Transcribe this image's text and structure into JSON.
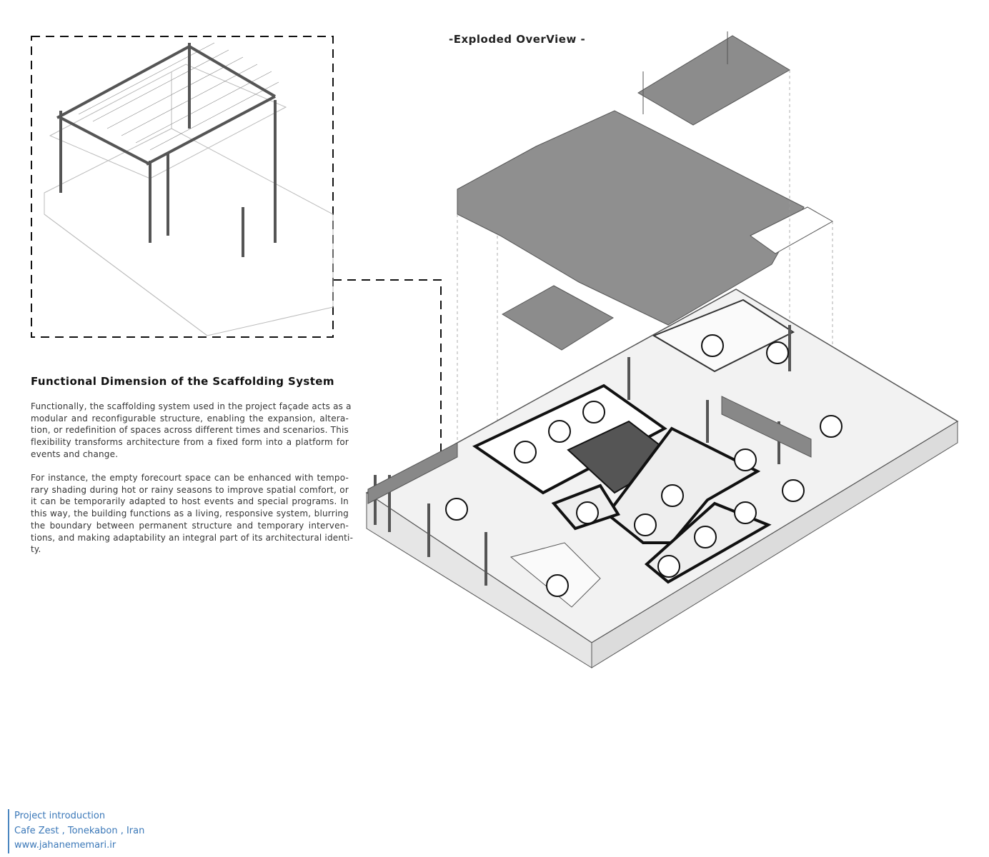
{
  "overview_title": "-Exploded OverView -",
  "section": {
    "title": "Functional Dimension of the Scaffolding System",
    "paragraph1_lines": [
      "Functionally, the scaffolding system used in the project façade acts as a",
      "modular and reconfigurable structure, enabling the expansion, altera-",
      "tion, or redefinition of spaces across different times and scenarios. This",
      "flexibility transforms architecture from a fixed form into a platform for",
      "events and change."
    ],
    "paragraph2_lines": [
      "For instance, the empty forecourt space can be enhanced with tempo-",
      "rary shading during hot or rainy seasons to improve spatial comfort, or",
      "it can be temporarily adapted to host events and special programs. In",
      "this way, the building functions as a living, responsive system, blurring",
      "the boundary between permanent structure and temporary interven-",
      "tions, and making adaptability an integral part of its architectural identi-",
      "ty."
    ]
  },
  "footer": {
    "line1": "Project introduction",
    "line2": "Cafe Zest , Tonekabon , Iran",
    "line3": "www.jahanememari.ir"
  },
  "colors": {
    "roof": "#8c8c8c",
    "wall": "#e6e6e6",
    "line": "#555555",
    "footer_blue": "#3b78b8"
  },
  "function_icons": [
    "group-icon",
    "meeting-icon",
    "tree-icon",
    "kitchen-icon",
    "food-bowl-icon",
    "salad-icon",
    "cafe-table-icon",
    "dining-icon",
    "cake-icon",
    "coffee-machine-icon",
    "camera-icon",
    "storage-icon",
    "restroom-icon",
    "group-seating-icon",
    "umbrella-table-icon",
    "plant-icon",
    "people-icon"
  ]
}
